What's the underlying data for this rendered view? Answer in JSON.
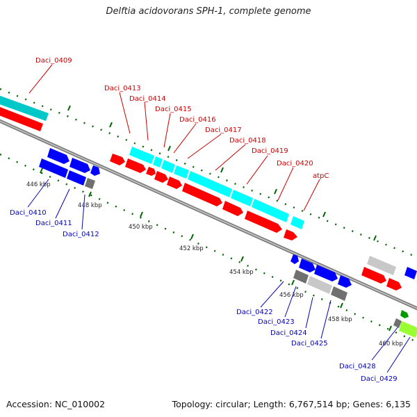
{
  "title": "Delftia acidovorans SPH-1, complete genome",
  "footer": {
    "accession": "Accession: NC_010002",
    "stats": "Topology: circular; Length: 6,767,514 bp; Genes: 6,135"
  },
  "colors": {
    "red": "#ff0000",
    "cyan": "#00ffff",
    "teal": "#00c8c8",
    "blue": "#0000ff",
    "dark_gray": "#707070",
    "light_gray": "#c8c8c8",
    "lime": "#99ff33",
    "backbone": "#808080",
    "label_red": "#cc0000",
    "label_blue": "#0000bb",
    "tick_green": "#006400"
  },
  "kbp_labels": [
    "446 kbp",
    "448 kbp",
    "450 kbp",
    "452 kbp",
    "454 kbp",
    "456 kbp",
    "458 kbp",
    "460 kbp"
  ],
  "gene_labels_top": [
    "Daci_0409",
    "Daci_0413",
    "Daci_0414",
    "Daci_0415",
    "Daci_0416",
    "Daci_0417",
    "Daci_0418",
    "Daci_0419",
    "Daci_0420",
    "atpC"
  ],
  "gene_labels_bottom": [
    "Daci_0410",
    "Daci_0411",
    "Daci_0412",
    "Daci_0422",
    "Daci_0423",
    "Daci_0424",
    "Daci_0425",
    "Daci_0428",
    "Daci_0429"
  ]
}
